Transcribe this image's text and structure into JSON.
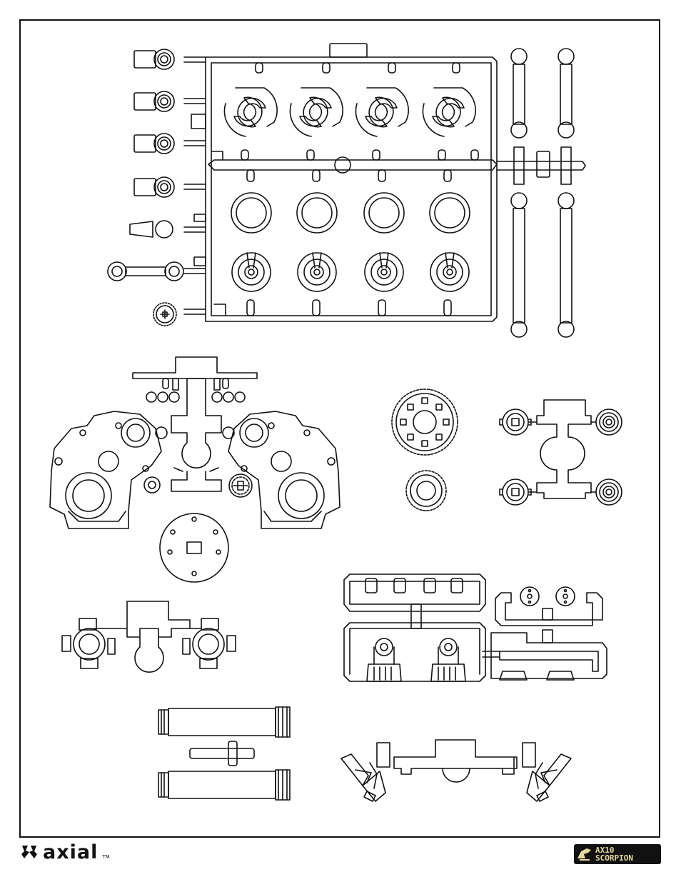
{
  "brand": {
    "left_logo_text": "axial",
    "left_logo_tm": "TM",
    "right_logo_line1": "AX10",
    "right_logo_line2": "SCORPION"
  },
  "icons": {
    "left_logo_mark": "axial-mark-icon",
    "right_logo_mark": "scorpion-icon"
  },
  "colors": {
    "line": "#111111",
    "paper": "#ffffff",
    "logo_accent": "#e6d8a0"
  }
}
